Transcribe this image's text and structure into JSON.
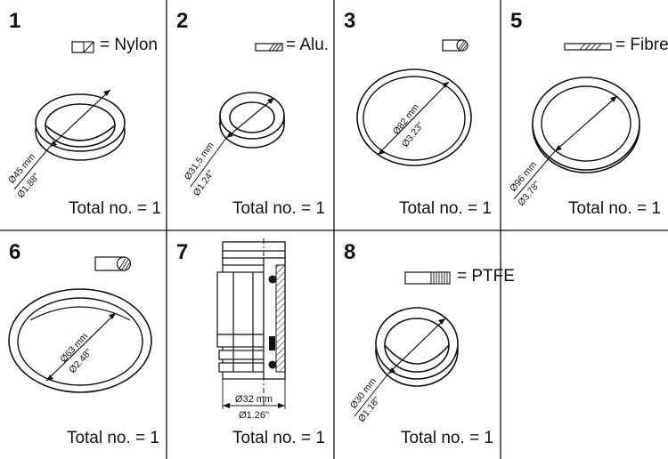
{
  "cells": [
    {
      "number": "1",
      "legend": "= Nylon",
      "dim_mm": "Ø45 mm",
      "dim_in": "Ø1.88\"",
      "total": "Total no. = 1"
    },
    {
      "number": "2",
      "legend": "= Alu.",
      "dim_mm": "Ø31,5 mm",
      "dim_in": "Ø1.24\"",
      "total": "Total no. = 1"
    },
    {
      "number": "3",
      "legend": "",
      "dim_mm": "Ø82 mm",
      "dim_in": "Ø3.23\"",
      "total": "Total no. = 1"
    },
    {
      "number": "5",
      "legend": "= Fibre",
      "dim_mm": "Ø96 mm",
      "dim_in": "Ø3.78\"",
      "total": "Total no. = 1"
    },
    {
      "number": "6",
      "legend": "",
      "dim_mm": "Ø63 mm",
      "dim_in": "Ø2.48\"",
      "total": "Total no. = 1"
    },
    {
      "number": "7",
      "legend": "",
      "dim_mm": "Ø32 mm",
      "dim_in": "Ø1.26\"",
      "total": "Total no. = 1"
    },
    {
      "number": "8",
      "legend": "= PTFE",
      "dim_mm": "Ø30 mm",
      "dim_in": "Ø1.18\"",
      "total": "Total no. = 1"
    }
  ]
}
